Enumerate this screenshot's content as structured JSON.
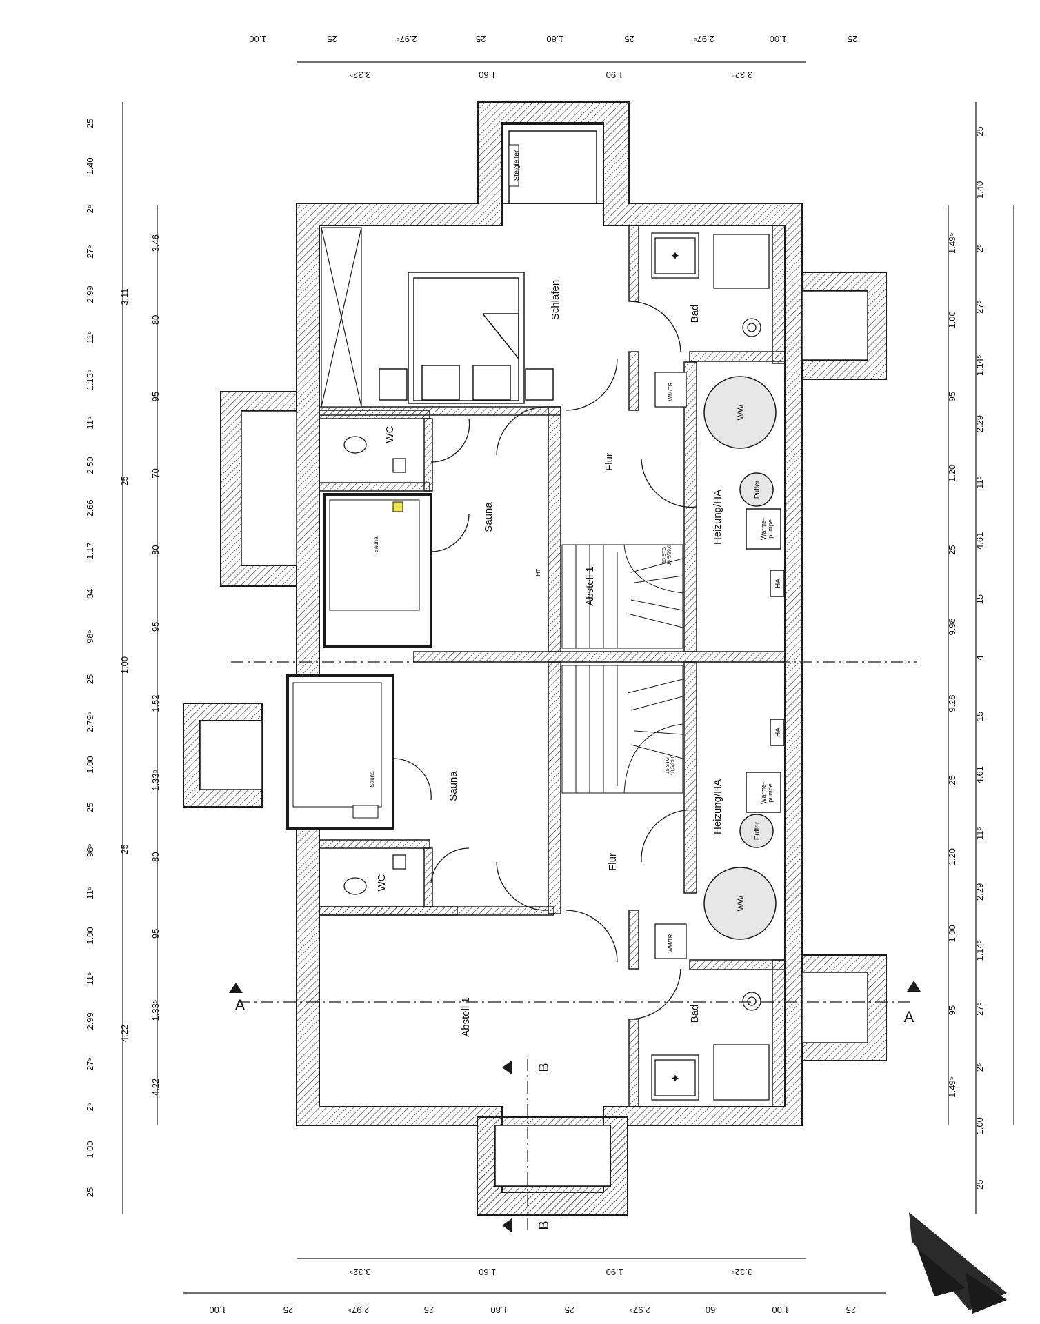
{
  "colors": {
    "wall": "#1a1a1a",
    "hatch": "#444444",
    "appliance_fill": "#e6e6e6",
    "highlight": "#f2e34d"
  },
  "rooms": {
    "schlafen": "Schlafen",
    "bad_top": "Bad",
    "flur_top": "Flur",
    "wc_top": "WC",
    "sauna_top": "Sauna",
    "sauna_cabin_top": "Sauna",
    "heizung_top": "Heizung/HA",
    "abstell_top": "Abstell 1",
    "sauna_bottom": "Sauna",
    "sauna_cabin_bottom": "Sauna",
    "wc_bottom": "WC",
    "flur_bottom": "Flur",
    "heizung_bottom": "Heizung/HA",
    "bad_bottom": "Bad",
    "abstell_bottom": "Abstell 1"
  },
  "equipment": {
    "ww_top": "WW",
    "puffer_top": "Puffer",
    "waerme_top": "Wärme-\npumpe",
    "ha_top": "HA",
    "wmtr_top": "WM/TR",
    "ww_bottom": "WW",
    "puffer_bottom": "Puffer",
    "waerme_bottom": "Wärme-\npumpe",
    "ha_bottom": "HA",
    "wmtr_bottom": "WM/TR",
    "ht": "HT",
    "steigleiter": "Steigleiter",
    "stairs_top": "15 STG\n18,5/29,0",
    "stairs_bottom": "15 STG\n18,5/29,0"
  },
  "section_markers": {
    "a": "A",
    "b": "B"
  },
  "dimensions": {
    "top_row1": [
      "1.00",
      "25",
      "2.97⁵",
      "25",
      "1.80",
      "25",
      "2.97⁵",
      "1.00",
      "25"
    ],
    "top_row2": [
      "3.32⁵",
      "1.60",
      "1.90",
      "3.32⁵"
    ],
    "bottom_row1": [
      "1.00",
      "25",
      "2.97⁵",
      "25",
      "1.80",
      "25",
      "2.97⁵",
      "60",
      "1.00",
      "25"
    ],
    "bottom_row2": [
      "3.32⁵",
      "1.60",
      "1.90",
      "3.32⁵"
    ],
    "left_outer": [
      "25",
      "1.40",
      "2⁵",
      "27⁵",
      "2.99",
      "11⁵",
      "1.13⁵",
      "11⁵",
      "2.50",
      "2.66",
      "1.17",
      "34",
      "98⁵",
      "25",
      "2.79⁵",
      "1.00",
      "25",
      "98⁵",
      "11⁵",
      "1.00",
      "11⁵",
      "2.99",
      "27⁵",
      "2⁵",
      "1.00",
      "25"
    ],
    "left_mid": [
      "3.11",
      "25",
      "1.00",
      "25",
      "4.22"
    ],
    "left_inner": [
      "3.46",
      "80",
      "95",
      "70",
      "80",
      "95",
      "1.52",
      "1.33⁵",
      "80",
      "95",
      "1.33⁵",
      "4.22"
    ],
    "right_outer": [
      "25",
      "1.40",
      "2⁵",
      "27⁵",
      "1.14⁵",
      "2.29",
      "11⁵",
      "4.61",
      "15",
      "4",
      "15",
      "4.61",
      "11⁵",
      "2.29",
      "1.14⁵",
      "27⁵",
      "2⁵",
      "1.00",
      "25"
    ],
    "right_mid": [
      "1.49⁵",
      "1.00",
      "95",
      "1.20",
      "25",
      "9.98",
      "9.28",
      "25",
      "1.20",
      "1.00",
      "95",
      "1.49⁵"
    ]
  }
}
